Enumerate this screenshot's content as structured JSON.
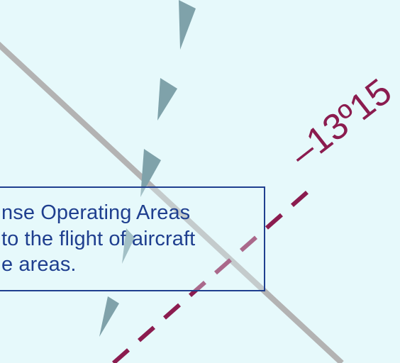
{
  "note": {
    "line1": "nse Operating Areas",
    "line2": "to the flight of aircraft",
    "line3": "e areas."
  },
  "isogonic_line": {
    "label": "–13º15"
  },
  "colors": {
    "background": "#e6f9fb",
    "text": "#1f3f8f",
    "isogonic": "#8b1c4f",
    "route": "#b3b3b3",
    "boundary": "#7fa2aa"
  }
}
